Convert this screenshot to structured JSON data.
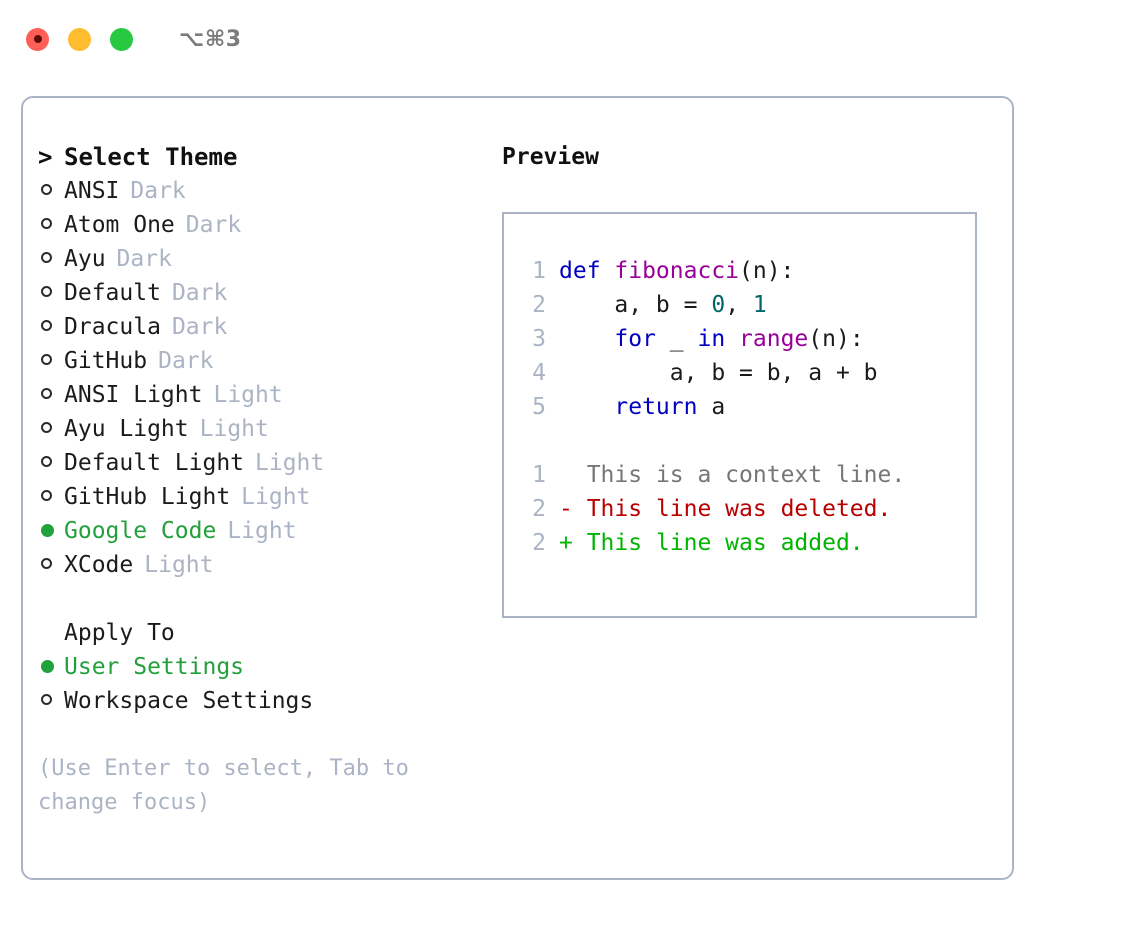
{
  "titlebar": {
    "shortcut": "⌥⌘3",
    "buttons": {
      "close": "close",
      "minimize": "minimize",
      "maximize": "maximize"
    }
  },
  "theme_picker": {
    "header": "Select Theme",
    "prompt": ">",
    "bullet_selected": "●",
    "bullet_unselected": "○",
    "items": [
      {
        "label": "ANSI",
        "badge": "Dark",
        "selected": false
      },
      {
        "label": "Atom One",
        "badge": "Dark",
        "selected": false
      },
      {
        "label": "Ayu",
        "badge": "Dark",
        "selected": false
      },
      {
        "label": "Default",
        "badge": "Dark",
        "selected": false
      },
      {
        "label": "Dracula",
        "badge": "Dark",
        "selected": false
      },
      {
        "label": "GitHub",
        "badge": "Dark",
        "selected": false
      },
      {
        "label": "ANSI Light",
        "badge": "Light",
        "selected": false
      },
      {
        "label": "Ayu Light",
        "badge": "Light",
        "selected": false
      },
      {
        "label": "Default Light",
        "badge": "Light",
        "selected": false
      },
      {
        "label": "GitHub Light",
        "badge": "Light",
        "selected": false
      },
      {
        "label": "Google Code",
        "badge": "Light",
        "selected": true
      },
      {
        "label": "XCode",
        "badge": "Light",
        "selected": false
      }
    ]
  },
  "apply_to": {
    "title": "Apply To",
    "options": [
      {
        "label": "User Settings",
        "selected": true
      },
      {
        "label": "Workspace Settings",
        "selected": false
      }
    ]
  },
  "hint": "(Use Enter to select, Tab to change focus)",
  "preview": {
    "title": "Preview",
    "code_lines": [
      {
        "num": "1",
        "tokens": [
          {
            "text": "def ",
            "type": "kw"
          },
          {
            "text": "fibonacci",
            "type": "fn"
          },
          {
            "text": "(n):",
            "type": "plain"
          }
        ]
      },
      {
        "num": "2",
        "tokens": [
          {
            "text": "    a, b = ",
            "type": "plain"
          },
          {
            "text": "0",
            "type": "num"
          },
          {
            "text": ", ",
            "type": "plain"
          },
          {
            "text": "1",
            "type": "num"
          }
        ]
      },
      {
        "num": "3",
        "tokens": [
          {
            "text": "    ",
            "type": "plain"
          },
          {
            "text": "for",
            "type": "kw"
          },
          {
            "text": " _ ",
            "type": "plain"
          },
          {
            "text": "in",
            "type": "kw"
          },
          {
            "text": " ",
            "type": "plain"
          },
          {
            "text": "range",
            "type": "fn"
          },
          {
            "text": "(n):",
            "type": "plain"
          }
        ]
      },
      {
        "num": "4",
        "tokens": [
          {
            "text": "        a, b = b, a + b",
            "type": "plain"
          }
        ]
      },
      {
        "num": "5",
        "tokens": [
          {
            "text": "    ",
            "type": "plain"
          },
          {
            "text": "return",
            "type": "kw"
          },
          {
            "text": " a",
            "type": "plain"
          }
        ]
      }
    ],
    "diff_lines": [
      {
        "num": "1",
        "marker": "  ",
        "text": "This is a context line.",
        "type": "ctx"
      },
      {
        "num": "2",
        "marker": "- ",
        "text": "This line was deleted.",
        "type": "del"
      },
      {
        "num": "2",
        "marker": "+ ",
        "text": "This line was added.",
        "type": "add"
      }
    ]
  },
  "colors": {
    "accent_green": "#22a03c",
    "muted": "#aab4c4",
    "keyword": "#0000c0",
    "function": "#990099",
    "number": "#006666",
    "diff_deleted": "#b80000",
    "diff_added": "#00b400",
    "context": "#767676"
  }
}
